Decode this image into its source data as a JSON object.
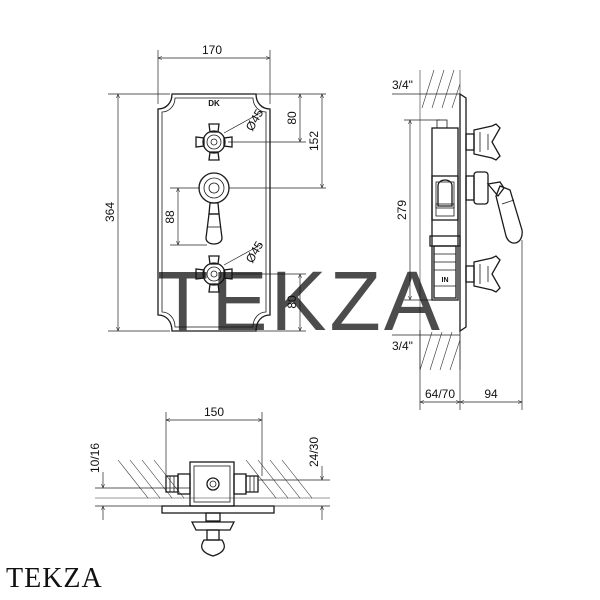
{
  "watermark": "TEKZA",
  "brand": "TEKZA",
  "logo_text": "DK",
  "front_view": {
    "width": "170",
    "height": "364",
    "upper_handle_offset": "80",
    "upper_to_center": "152",
    "center_to_lever": "88",
    "lower_handle_offset": "80",
    "upper_knob_diameter": "Ø45",
    "lower_knob_diameter": "Ø45"
  },
  "side_view": {
    "top_thread": "3/4\"",
    "bottom_thread": "3/4\"",
    "inlet_spacing": "279",
    "wall_depth": "64/70",
    "projection": "94"
  },
  "top_view": {
    "width": "150",
    "left_depth": "10/16",
    "right_depth": "24/30"
  }
}
